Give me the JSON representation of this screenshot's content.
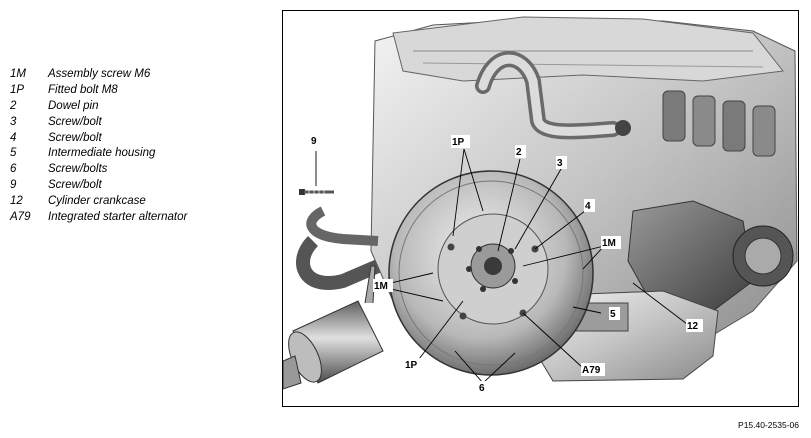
{
  "legend": [
    {
      "code": "1M",
      "label": "Assembly screw M6"
    },
    {
      "code": "1P",
      "label": "Fitted bolt M8"
    },
    {
      "code": "2",
      "label": "Dowel pin"
    },
    {
      "code": "3",
      "label": "Screw/bolt"
    },
    {
      "code": "4",
      "label": "Screw/bolt"
    },
    {
      "code": "5",
      "label": "Intermediate housing"
    },
    {
      "code": "6",
      "label": "Screw/bolts"
    },
    {
      "code": "9",
      "label": "Screw/bolt"
    },
    {
      "code": "12",
      "label": "Cylinder crankcase"
    },
    {
      "code": "A79",
      "label": "Integrated starter alternator"
    }
  ],
  "callouts": {
    "c9": "9",
    "c1p_top": "1P",
    "c2": "2",
    "c3": "3",
    "c4": "4",
    "c1m_right": "1M",
    "c1m_left": "1M",
    "c5": "5",
    "c12": "12",
    "c1p_bottom": "1P",
    "ca79": "A79",
    "c6": "6"
  },
  "figure_ref": "P15.40-2535-06"
}
